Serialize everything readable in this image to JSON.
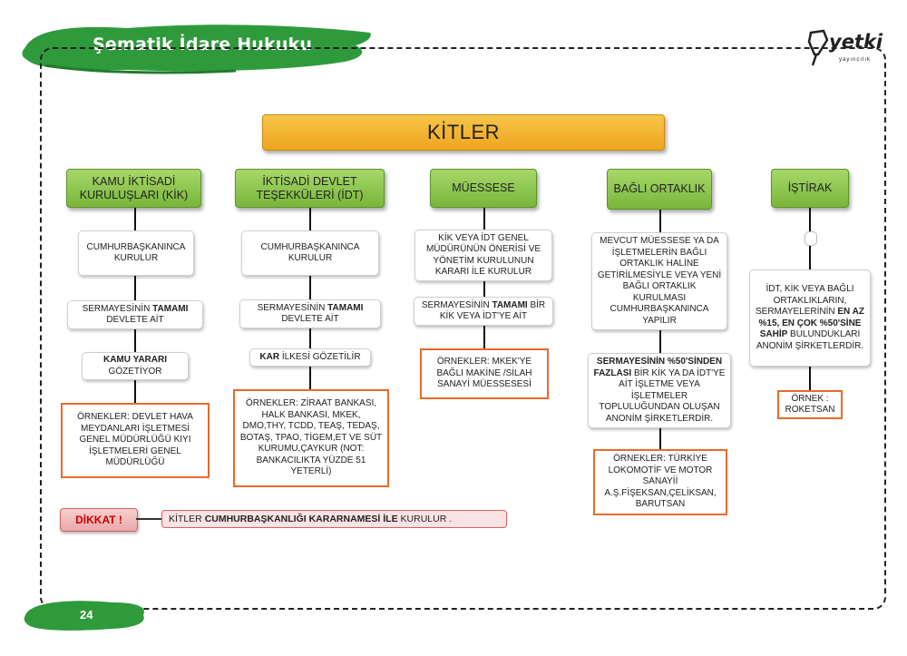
{
  "header": {
    "title": "Şematik İdare Hukuku"
  },
  "logo": {
    "text": "yetki",
    "subtext": "yayıncılık"
  },
  "page_number": "24",
  "diagram": {
    "title": "KİTLER",
    "columns": [
      {
        "heading": "KAMU İKTİSADİ KURULUŞLARI (KİK)",
        "items": [
          {
            "text": "CUMHURBAŞKANINCA KURULUR"
          },
          {
            "pre": "SERMAYESİNİN ",
            "bold": "TAMAMI",
            "post": " DEVLETE AİT"
          },
          {
            "pre": "",
            "bold": "KAMU YARARI",
            "post": " GÖZETİYOR"
          }
        ],
        "examples": "ÖRNEKLER: DEVLET HAVA MEYDANLARI İŞLETMESİ GENEL MÜDÜRLÜĞÜ KIYI İŞLETMELERİ GENEL MÜDÜRLÜĞÜ"
      },
      {
        "heading": "İKTİSADİ DEVLET TEŞEKKÜLERİ (İDT)",
        "items": [
          {
            "text": "CUMHURBAŞKANINCA KURULUR"
          },
          {
            "pre": "SERMAYESİNİN ",
            "bold": "TAMAMI",
            "post": " DEVLETE AİT"
          },
          {
            "pre": "",
            "bold": "KAR",
            "post": " İLKESİ GÖZETİLİR"
          }
        ],
        "examples": "ÖRNEKLER: ZİRAAT BANKASI, HALK BANKASI, MKEK, DMO,THY, TCDD, TEAŞ, TEDAŞ, BOTAŞ, TPAO, TİGEM,ET VE SÜT KURUMU,ÇAYKUR (NOT: BANKACILIKTA YÜZDE 51 YETERLİ)"
      },
      {
        "heading": "MÜESSESE",
        "items": [
          {
            "text": "KİK VEYA İDT GENEL MÜDÜRÜNÜN ÖNERİSİ VE YÖNETİM KURULUNUN KARARI İLE KURULUR"
          },
          {
            "pre": "SERMAYESİNİN ",
            "bold": "TAMAMI",
            "post": " BİR KİK VEYA İDT'YE AİT"
          }
        ],
        "examples": "ÖRNEKLER: MKEK'YE BAĞLI MAKİNE /SİLAH SANAYİ MÜESSESESİ"
      },
      {
        "heading": "BAĞLI ORTAKLIK",
        "items": [
          {
            "text": "MEVCUT MÜESSESE YA DA İŞLETMELERİN BAĞLI ORTAKLIK HALİNE GETİRİLMESİYLE VEYA YENİ BAĞLI ORTAKLIK KURULMASI CUMHURBAŞKANINCA YAPILIR"
          },
          {
            "pre": "",
            "bold": "SERMAYESİNİN %50'SİNDEN FAZLASI",
            "post": " BİR KİK YA DA İDT'YE AİT İŞLETME VEYA İŞLETMELER TOPLULUĞUNDAN OLUŞAN ANONİM ŞİRKETLERDİR."
          }
        ],
        "examples": "ÖRNEKLER: TÜRKİYE LOKOMOTİF VE MOTOR SANAYİİ A.Ş.FİŞEKSAN,ÇELİKSAN, BARUTSAN"
      },
      {
        "heading": "İŞTİRAK",
        "items": [
          {
            "pre": "İDT, KİK VEYA BAĞLI ORTAKLIKLARIN, SERMAYELERİNİN ",
            "bold": "EN AZ %15, EN ÇOK %50'SİNE SAHİP",
            "post": " BULUNDUKLARI ANONİM ŞİRKETLERDİR."
          }
        ],
        "examples": "ÖRNEK : ROKETSAN"
      }
    ]
  },
  "warning": {
    "label": "DİKKAT !",
    "pre": "KİTLER ",
    "bold": "CUMHURBAŞKANLIĞI KARARNAMESİ İLE",
    "post": " KURULUR ."
  },
  "colors": {
    "heading_green": "#8cc84b",
    "title_orange": "#f0b030",
    "example_border": "#e96a2b",
    "warning_red": "#cc0000"
  }
}
